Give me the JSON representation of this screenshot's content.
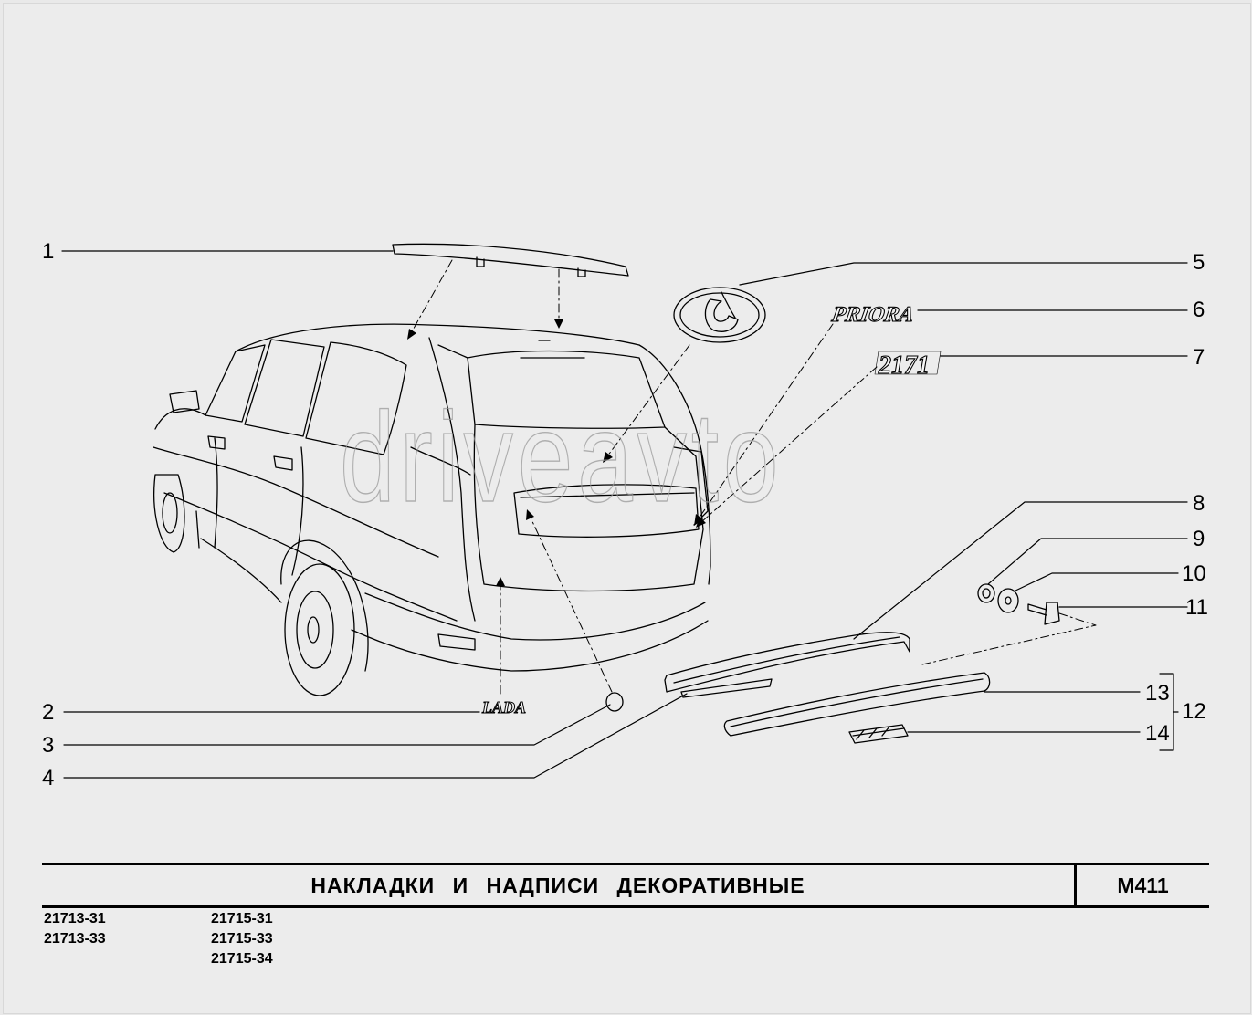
{
  "watermark": "driveavto",
  "callouts": [
    "1",
    "2",
    "3",
    "4",
    "5",
    "6",
    "7",
    "8",
    "9",
    "10",
    "11",
    "12",
    "13",
    "14"
  ],
  "emblems": {
    "lada": "LADA",
    "priora": "PRIORA",
    "model_number": "2171"
  },
  "footer": {
    "title": "НАКЛАДКИ И НАДПИСИ ДЕКОРАТИВНЫЕ",
    "code": "M411",
    "models_col1": [
      "21713-31",
      "21713-33"
    ],
    "models_col2": [
      "21715-31",
      "21715-33",
      "21715-34"
    ]
  },
  "colors": {
    "background": "#ececec",
    "line": "#000000",
    "watermark": "#9a9a9a"
  }
}
